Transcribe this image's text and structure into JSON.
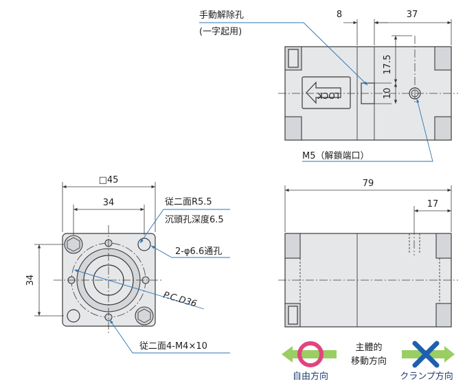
{
  "top_view": {
    "manual_release_hole": "手動解除孔",
    "manual_release_sub": "(一字起用)",
    "dim_8": "8",
    "dim_37": "37",
    "dim_17_5": "17.5",
    "dim_10": "10",
    "lock_text": "LOCK",
    "m5_label": "M5（解鎖端口）"
  },
  "front_view": {
    "dim_square_45": "□45",
    "dim_34_h": "34",
    "dim_34_v": "34",
    "counterbore_1": "従二面R5.5",
    "counterbore_2": "沉頭孔深度6.5",
    "through_holes": "2-φ6.6通孔",
    "pcd": "P.C.D36",
    "tapped_holes": "従二面4-M4×10"
  },
  "side_view": {
    "dim_79": "79",
    "dim_17": "17"
  },
  "legend": {
    "main_body_line1": "主體的",
    "main_body_line2": "移動方向",
    "free_direction": "自由方向",
    "clamp_direction": "クランプ方向",
    "free_color": "#e0457f",
    "clamp_color": "#1f5fb0",
    "arrow_color": "#9acd62"
  }
}
